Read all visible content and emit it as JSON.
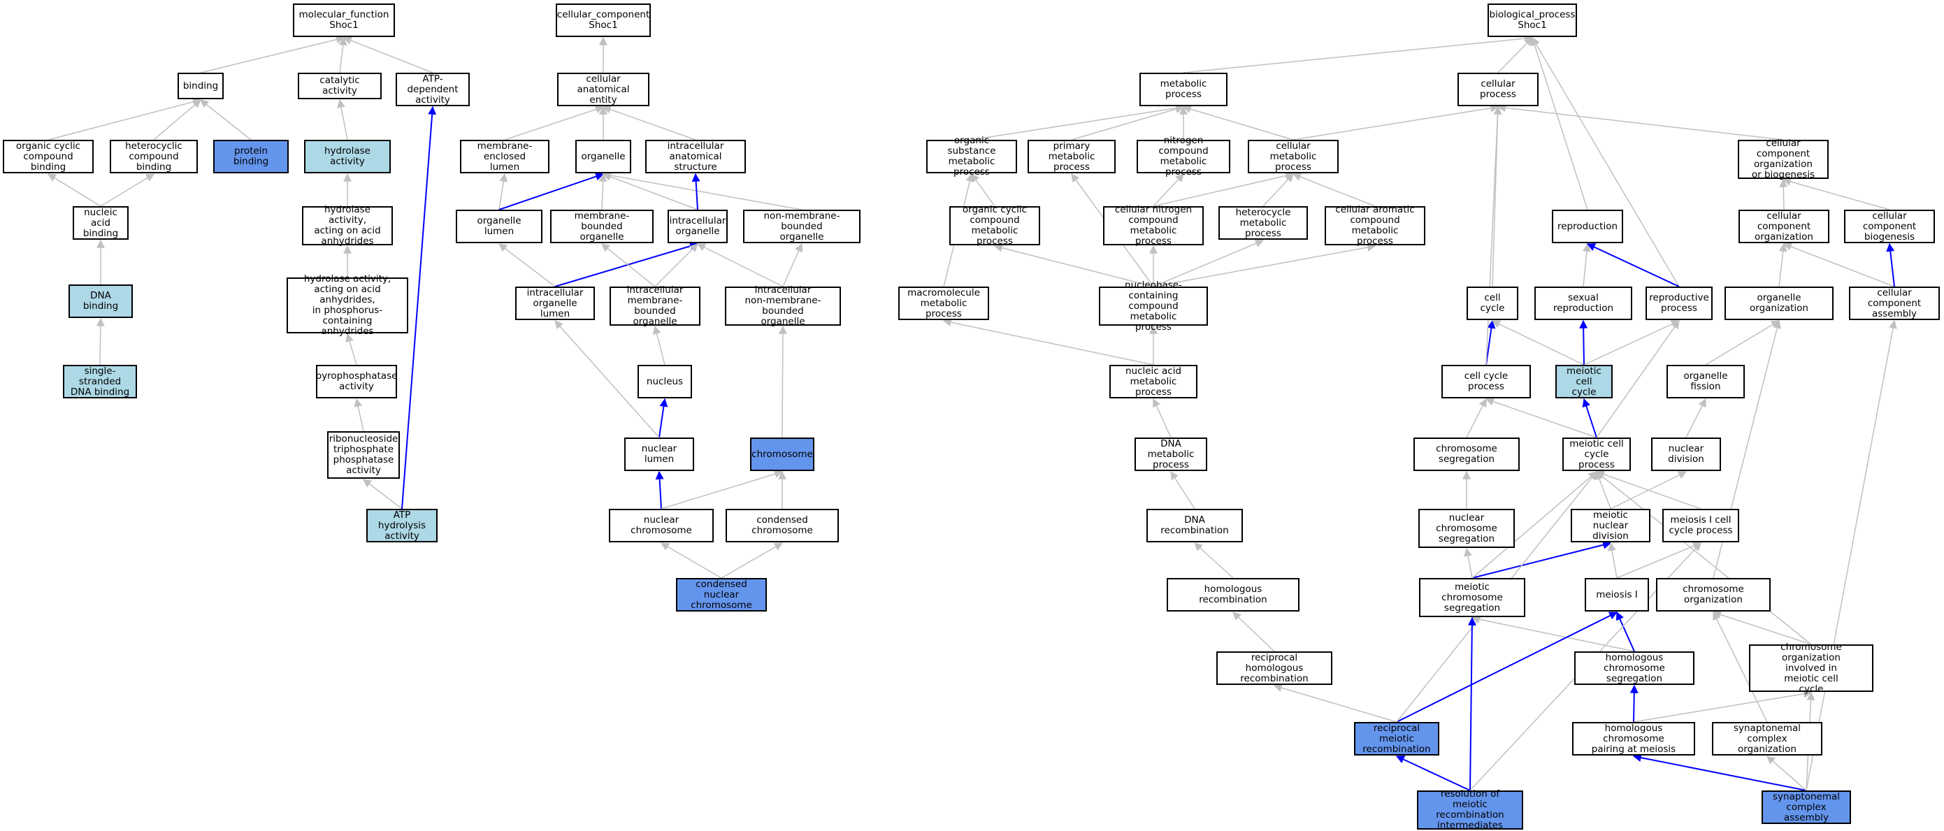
{
  "colors": {
    "edge_gray": "#c0c0c0",
    "edge_blue": "#0000ff",
    "highlight_light": "#add8e6",
    "highlight_dark": "#6495ed"
  },
  "nodes": {
    "mf_root": {
      "label": "molecular_function\nShoc1",
      "style": "white"
    },
    "binding": {
      "label": "binding",
      "style": "white"
    },
    "catalytic": {
      "label": "catalytic activity",
      "style": "white"
    },
    "atp_dep": {
      "label": "ATP-dependent\nactivity",
      "style": "white"
    },
    "org_cyc_bind": {
      "label": "organic cyclic\ncompound binding",
      "style": "white"
    },
    "het_bind": {
      "label": "heterocyclic\ncompound binding",
      "style": "white"
    },
    "protein_bind": {
      "label": "protein binding",
      "style": "dark"
    },
    "hydrolase": {
      "label": "hydrolase activity",
      "style": "light"
    },
    "nucleic_bind": {
      "label": "nucleic acid\nbinding",
      "style": "white"
    },
    "hydro_anhyd": {
      "label": "hydrolase activity,\nacting on acid\nanhydrides",
      "style": "white"
    },
    "dna_bind": {
      "label": "DNA binding",
      "style": "light"
    },
    "hydro_phos": {
      "label": "hydrolase activity,\nacting on acid\nanhydrides,\nin phosphorus-containing\nanhydrides",
      "style": "white"
    },
    "ss_dna": {
      "label": "single-stranded\nDNA binding",
      "style": "light"
    },
    "pyrophos": {
      "label": "pyrophosphatase\nactivity",
      "style": "white"
    },
    "ntp_phos": {
      "label": "ribonucleoside\ntriphosphate\nphosphatase\nactivity",
      "style": "white"
    },
    "atp_hydro": {
      "label": "ATP hydrolysis\nactivity",
      "style": "light"
    },
    "cc_root": {
      "label": "cellular_component\nShoc1",
      "style": "white"
    },
    "cae": {
      "label": "cellular anatomical\nentity",
      "style": "white"
    },
    "mem_lumen": {
      "label": "membrane-enclosed\nlumen",
      "style": "white"
    },
    "organelle": {
      "label": "organelle",
      "style": "white"
    },
    "ias": {
      "label": "intracellular\nanatomical structure",
      "style": "white"
    },
    "org_lumen": {
      "label": "organelle lumen",
      "style": "white"
    },
    "mbo": {
      "label": "membrane-bounded\norganelle",
      "style": "white"
    },
    "ico": {
      "label": "intracellular\norganelle",
      "style": "white"
    },
    "nmbo": {
      "label": "non-membrane-bounded\norganelle",
      "style": "white"
    },
    "ico_lumen": {
      "label": "intracellular\norganelle lumen",
      "style": "white"
    },
    "imbo": {
      "label": "intracellular\nmembrane-bounded\norganelle",
      "style": "white"
    },
    "inmbo": {
      "label": "intracellular\nnon-membrane-bounded\norganelle",
      "style": "white"
    },
    "nucleus": {
      "label": "nucleus",
      "style": "white"
    },
    "nuc_lumen": {
      "label": "nuclear lumen",
      "style": "white"
    },
    "chromosome": {
      "label": "chromosome",
      "style": "dark"
    },
    "nuc_chrom": {
      "label": "nuclear chromosome",
      "style": "white"
    },
    "cond_chrom": {
      "label": "condensed chromosome",
      "style": "white"
    },
    "cond_nuc_chrom": {
      "label": "condensed nuclear\nchromosome",
      "style": "dark"
    },
    "bp_root": {
      "label": "biological_process\nShoc1",
      "style": "white"
    },
    "metab": {
      "label": "metabolic process",
      "style": "white"
    },
    "cell_proc": {
      "label": "cellular process",
      "style": "white"
    },
    "org_sub": {
      "label": "organic substance\nmetabolic process",
      "style": "white"
    },
    "prim_met": {
      "label": "primary metabolic\nprocess",
      "style": "white"
    },
    "nitro": {
      "label": "nitrogen compound\nmetabolic process",
      "style": "white"
    },
    "cell_met": {
      "label": "cellular metabolic\nprocess",
      "style": "white"
    },
    "ccob": {
      "label": "cellular component\norganization\nor biogenesis",
      "style": "white"
    },
    "org_cyc_met": {
      "label": "organic cyclic\ncompound metabolic\nprocess",
      "style": "white"
    },
    "cell_nitro": {
      "label": "cellular nitrogen\ncompound metabolic\nprocess",
      "style": "white"
    },
    "hetero_met": {
      "label": "heterocycle\nmetabolic process",
      "style": "white"
    },
    "cell_arom": {
      "label": "cellular aromatic\ncompound metabolic\nprocess",
      "style": "white"
    },
    "reproduction": {
      "label": "reproduction",
      "style": "white"
    },
    "cc_org": {
      "label": "cellular component\norganization",
      "style": "white"
    },
    "cc_bio": {
      "label": "cellular component\nbiogenesis",
      "style": "white"
    },
    "macro": {
      "label": "macromolecule\nmetabolic process",
      "style": "white"
    },
    "nbcm": {
      "label": "nucleobase-containing\ncompound metabolic\nprocess",
      "style": "white"
    },
    "cell_cycle": {
      "label": "cell cycle",
      "style": "white"
    },
    "sex_repro": {
      "label": "sexual reproduction",
      "style": "white"
    },
    "repro_proc": {
      "label": "reproductive\nprocess",
      "style": "white"
    },
    "org_org": {
      "label": "organelle organization",
      "style": "white"
    },
    "cc_assembly": {
      "label": "cellular component\nassembly",
      "style": "white"
    },
    "nucleic_met": {
      "label": "nucleic acid\nmetabolic process",
      "style": "white"
    },
    "cc_proc": {
      "label": "cell cycle process",
      "style": "white"
    },
    "meiotic_cc": {
      "label": "meiotic cell\ncycle",
      "style": "light"
    },
    "org_fission": {
      "label": "organelle fission",
      "style": "white"
    },
    "dna_met": {
      "label": "DNA metabolic\nprocess",
      "style": "white"
    },
    "chrom_seg": {
      "label": "chromosome segregation",
      "style": "white"
    },
    "mccp": {
      "label": "meiotic cell\ncycle process",
      "style": "white"
    },
    "nuc_div": {
      "label": "nuclear division",
      "style": "white"
    },
    "dna_recomb": {
      "label": "DNA recombination",
      "style": "white"
    },
    "nuc_chrom_seg": {
      "label": "nuclear chromosome\nsegregation",
      "style": "white"
    },
    "meiotic_nuc_div": {
      "label": "meiotic nuclear\ndivision",
      "style": "white"
    },
    "meiosis1_cc": {
      "label": "meiosis I cell\ncycle process",
      "style": "white"
    },
    "homol_recomb": {
      "label": "homologous recombination",
      "style": "white"
    },
    "meiotic_chrom_seg": {
      "label": "meiotic chromosome\nsegregation",
      "style": "white"
    },
    "meiosis1": {
      "label": "meiosis I",
      "style": "white"
    },
    "chrom_org": {
      "label": "chromosome organization",
      "style": "white"
    },
    "recip_homol": {
      "label": "reciprocal homologous\nrecombination",
      "style": "white"
    },
    "homol_chrom_seg": {
      "label": "homologous chromosome\nsegregation",
      "style": "white"
    },
    "chrom_org_meiotic": {
      "label": "chromosome organization\ninvolved in\nmeiotic cell\ncycle",
      "style": "white"
    },
    "recip_meiotic": {
      "label": "reciprocal meiotic\nrecombination",
      "style": "dark"
    },
    "homol_pairing": {
      "label": "homologous chromosome\npairing at meiosis",
      "style": "white"
    },
    "synapt_org": {
      "label": "synaptonemal\ncomplex organization",
      "style": "white"
    },
    "resolution": {
      "label": "resolution of\nmeiotic recombination\nintermediates",
      "style": "dark"
    },
    "synapt_assembly": {
      "label": "synaptonemal\ncomplex assembly",
      "style": "dark"
    }
  },
  "edges": [
    [
      "binding",
      "mf_root",
      "gray"
    ],
    [
      "catalytic",
      "mf_root",
      "gray"
    ],
    [
      "atp_dep",
      "mf_root",
      "gray"
    ],
    [
      "org_cyc_bind",
      "binding",
      "gray"
    ],
    [
      "het_bind",
      "binding",
      "gray"
    ],
    [
      "protein_bind",
      "binding",
      "gray"
    ],
    [
      "hydrolase",
      "catalytic",
      "gray"
    ],
    [
      "nucleic_bind",
      "org_cyc_bind",
      "gray"
    ],
    [
      "nucleic_bind",
      "het_bind",
      "gray"
    ],
    [
      "hydro_anhyd",
      "hydrolase",
      "gray"
    ],
    [
      "dna_bind",
      "nucleic_bind",
      "gray"
    ],
    [
      "hydro_phos",
      "hydro_anhyd",
      "gray"
    ],
    [
      "ss_dna",
      "dna_bind",
      "gray"
    ],
    [
      "pyrophos",
      "hydro_phos",
      "gray"
    ],
    [
      "ntp_phos",
      "pyrophos",
      "gray"
    ],
    [
      "atp_hydro",
      "ntp_phos",
      "gray"
    ],
    [
      "atp_hydro",
      "atp_dep",
      "blue"
    ],
    [
      "cae",
      "cc_root",
      "gray"
    ],
    [
      "mem_lumen",
      "cae",
      "gray"
    ],
    [
      "organelle",
      "cae",
      "gray"
    ],
    [
      "ias",
      "cae",
      "gray"
    ],
    [
      "org_lumen",
      "mem_lumen",
      "gray"
    ],
    [
      "org_lumen",
      "organelle",
      "blue"
    ],
    [
      "mbo",
      "organelle",
      "gray"
    ],
    [
      "ico",
      "organelle",
      "gray"
    ],
    [
      "nmbo",
      "organelle",
      "gray"
    ],
    [
      "ico",
      "ias",
      "blue"
    ],
    [
      "ico_lumen",
      "org_lumen",
      "gray"
    ],
    [
      "ico_lumen",
      "ico",
      "blue"
    ],
    [
      "imbo",
      "mbo",
      "gray"
    ],
    [
      "imbo",
      "ico",
      "gray"
    ],
    [
      "inmbo",
      "ico",
      "gray"
    ],
    [
      "inmbo",
      "nmbo",
      "gray"
    ],
    [
      "nucleus",
      "imbo",
      "gray"
    ],
    [
      "nuc_lumen",
      "nucleus",
      "blue"
    ],
    [
      "nuc_lumen",
      "ico_lumen",
      "gray"
    ],
    [
      "chromosome",
      "inmbo",
      "gray"
    ],
    [
      "nuc_chrom",
      "nuc_lumen",
      "blue"
    ],
    [
      "nuc_chrom",
      "chromosome",
      "gray"
    ],
    [
      "cond_chrom",
      "chromosome",
      "gray"
    ],
    [
      "cond_nuc_chrom",
      "nuc_chrom",
      "gray"
    ],
    [
      "cond_nuc_chrom",
      "cond_chrom",
      "gray"
    ],
    [
      "metab",
      "bp_root",
      "gray"
    ],
    [
      "cell_proc",
      "bp_root",
      "gray"
    ],
    [
      "reproduction",
      "bp_root",
      "gray"
    ],
    [
      "repro_proc",
      "bp_root",
      "gray"
    ],
    [
      "org_sub",
      "metab",
      "gray"
    ],
    [
      "prim_met",
      "metab",
      "gray"
    ],
    [
      "nitro",
      "metab",
      "gray"
    ],
    [
      "cell_met",
      "metab",
      "gray"
    ],
    [
      "cell_met",
      "cell_proc",
      "gray"
    ],
    [
      "ccob",
      "cell_proc",
      "gray"
    ],
    [
      "org_cyc_met",
      "org_sub",
      "gray"
    ],
    [
      "cell_nitro",
      "nitro",
      "gray"
    ],
    [
      "cell_nitro",
      "cell_met",
      "gray"
    ],
    [
      "hetero_met",
      "cell_met",
      "gray"
    ],
    [
      "cell_arom",
      "cell_met",
      "gray"
    ],
    [
      "cc_org",
      "ccob",
      "gray"
    ],
    [
      "cc_bio",
      "ccob",
      "gray"
    ],
    [
      "macro",
      "org_sub",
      "gray"
    ],
    [
      "nbcm",
      "org_cyc_met",
      "gray"
    ],
    [
      "nbcm",
      "prim_met",
      "gray"
    ],
    [
      "nbcm",
      "cell_nitro",
      "gray"
    ],
    [
      "nbcm",
      "hetero_met",
      "gray"
    ],
    [
      "nbcm",
      "cell_arom",
      "gray"
    ],
    [
      "cell_cycle",
      "cell_proc",
      "gray"
    ],
    [
      "sex_repro",
      "reproduction",
      "gray"
    ],
    [
      "repro_proc",
      "reproduction",
      "blue"
    ],
    [
      "org_org",
      "cc_org",
      "gray"
    ],
    [
      "cc_assembly",
      "cc_org",
      "gray"
    ],
    [
      "cc_assembly",
      "cc_bio",
      "blue"
    ],
    [
      "nucleic_met",
      "macro",
      "gray"
    ],
    [
      "nucleic_met",
      "nbcm",
      "gray"
    ],
    [
      "cc_proc",
      "cell_cycle",
      "blue"
    ],
    [
      "cc_proc",
      "cell_proc",
      "gray"
    ],
    [
      "meiotic_cc",
      "cell_cycle",
      "gray"
    ],
    [
      "meiotic_cc",
      "sex_repro",
      "blue"
    ],
    [
      "meiotic_cc",
      "repro_proc",
      "gray"
    ],
    [
      "org_fission",
      "org_org",
      "gray"
    ],
    [
      "dna_met",
      "nucleic_met",
      "gray"
    ],
    [
      "chrom_seg",
      "cc_proc",
      "gray"
    ],
    [
      "mccp",
      "cc_proc",
      "gray"
    ],
    [
      "mccp",
      "meiotic_cc",
      "blue"
    ],
    [
      "mccp",
      "repro_proc",
      "gray"
    ],
    [
      "nuc_div",
      "org_fission",
      "gray"
    ],
    [
      "dna_recomb",
      "dna_met",
      "gray"
    ],
    [
      "nuc_chrom_seg",
      "chrom_seg",
      "gray"
    ],
    [
      "meiotic_nuc_div",
      "mccp",
      "gray"
    ],
    [
      "meiotic_nuc_div",
      "nuc_div",
      "gray"
    ],
    [
      "meiosis1_cc",
      "mccp",
      "gray"
    ],
    [
      "homol_recomb",
      "dna_recomb",
      "gray"
    ],
    [
      "meiotic_chrom_seg",
      "nuc_chrom_seg",
      "gray"
    ],
    [
      "meiotic_chrom_seg",
      "meiotic_nuc_div",
      "blue"
    ],
    [
      "meiotic_chrom_seg",
      "mccp",
      "gray"
    ],
    [
      "meiosis1",
      "meiotic_nuc_div",
      "gray"
    ],
    [
      "meiosis1",
      "meiosis1_cc",
      "gray"
    ],
    [
      "chrom_org",
      "org_org",
      "gray"
    ],
    [
      "recip_homol",
      "homol_recomb",
      "gray"
    ],
    [
      "homol_chrom_seg",
      "meiotic_chrom_seg",
      "gray"
    ],
    [
      "homol_chrom_seg",
      "meiosis1",
      "blue"
    ],
    [
      "chrom_org_meiotic",
      "chrom_org",
      "gray"
    ],
    [
      "chrom_org_meiotic",
      "mccp",
      "gray"
    ],
    [
      "recip_meiotic",
      "recip_homol",
      "gray"
    ],
    [
      "recip_meiotic",
      "meiosis1",
      "blue"
    ],
    [
      "recip_meiotic",
      "mccp",
      "gray"
    ],
    [
      "homol_pairing",
      "homol_chrom_seg",
      "blue"
    ],
    [
      "homol_pairing",
      "chrom_org_meiotic",
      "gray"
    ],
    [
      "synapt_org",
      "chrom_org",
      "gray"
    ],
    [
      "resolution",
      "meiotic_chrom_seg",
      "blue"
    ],
    [
      "resolution",
      "recip_meiotic",
      "blue"
    ],
    [
      "resolution",
      "meiosis1_cc",
      "gray"
    ],
    [
      "synapt_assembly",
      "homol_pairing",
      "blue"
    ],
    [
      "synapt_assembly",
      "synapt_org",
      "gray"
    ],
    [
      "synapt_assembly",
      "chrom_org_meiotic",
      "gray"
    ],
    [
      "synapt_assembly",
      "cc_assembly",
      "gray"
    ]
  ]
}
